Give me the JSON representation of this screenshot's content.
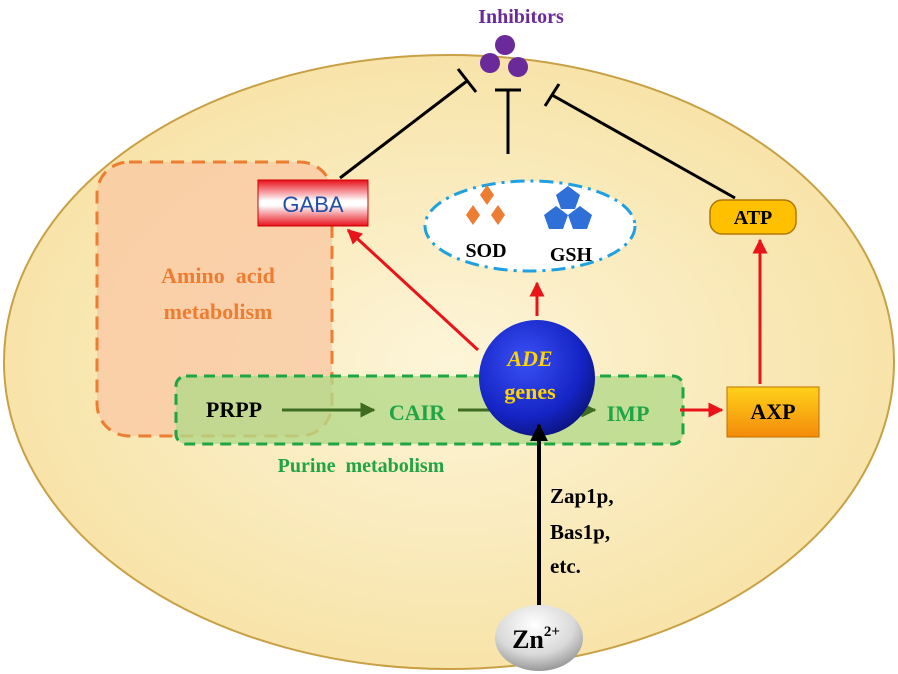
{
  "title": "Inhibitors",
  "amino_acid": {
    "line1": "Amino  acid",
    "line2": "metabolism"
  },
  "gaba": "GABA",
  "sod": "SOD",
  "gsh": "GSH",
  "atp": "ATP",
  "ade": {
    "line1": "ADE",
    "line2": "genes"
  },
  "prpp": "PRPP",
  "cair": "CAIR",
  "imp": "IMP",
  "axp": "AXP",
  "purine": "Purine  metabolism",
  "regulators": [
    "Zap1p,",
    "Bas1p,",
    "etc."
  ],
  "zinc": {
    "base": "Zn",
    "charge": "2+"
  },
  "colors": {
    "cell_fill": "#fbf0c8",
    "cell_border": "#c8a046",
    "inhibitor_purple": "#6a2a9a",
    "amino_orange": "#ec7d31",
    "purine_green": "#1fa446",
    "activate_red": "#e8141a",
    "ade_blue": "#1d2fd8",
    "ade_yellow": "#ffd400"
  }
}
